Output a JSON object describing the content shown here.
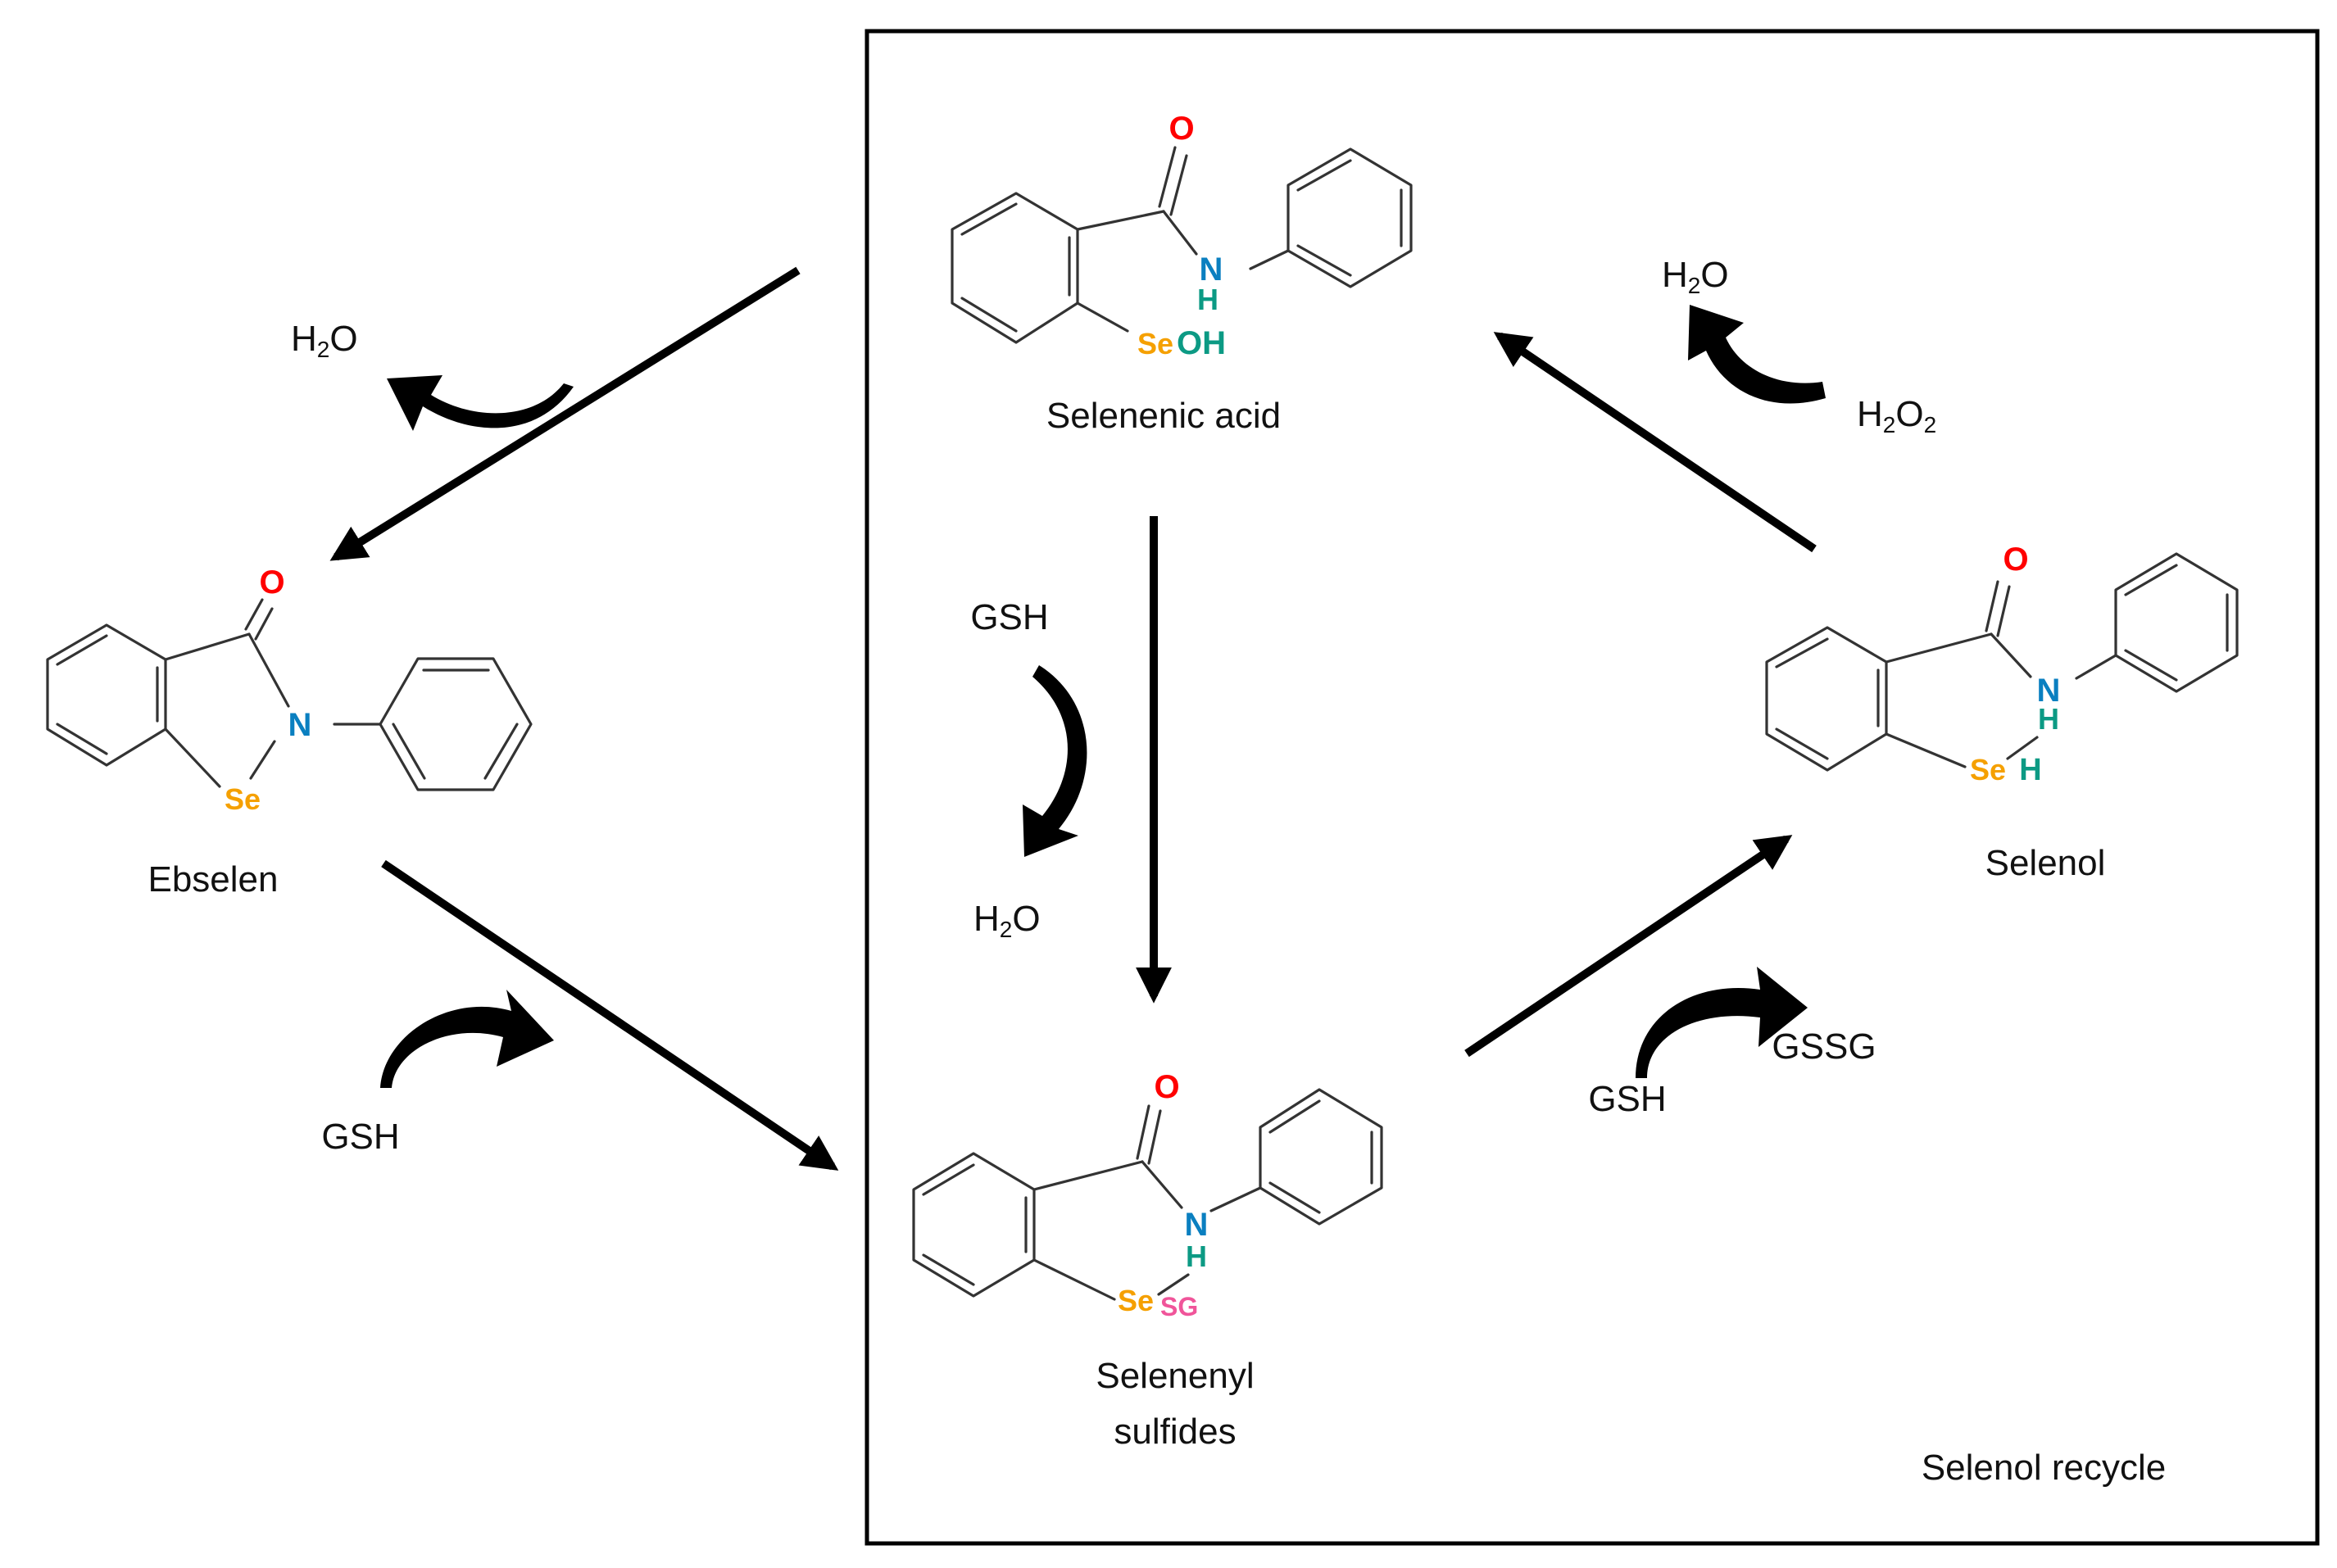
{
  "colors": {
    "oxygen": "#ff0000",
    "nitrogen": "#0a7fc0",
    "hydrogen": "#0c9a84",
    "selenium": "#f5a000",
    "glutathione_group": "#f0559a",
    "arrow": "#000000",
    "bond": "#333333",
    "text": "#111111"
  },
  "compounds": {
    "ebselen": {
      "name": "Ebselen"
    },
    "selenenic_acid": {
      "name": "Selenenic acid"
    },
    "selenenyl_sulfides": {
      "name_line1": "Selenenyl",
      "name_line2": "sulfides"
    },
    "selenol": {
      "name": "Selenol"
    }
  },
  "atoms": {
    "O": "O",
    "N": "N",
    "H": "H",
    "Se": "Se",
    "OH": "OH",
    "SG": "SG"
  },
  "reagents": {
    "water_main": "H",
    "water_sub": "2",
    "water_tail": "O",
    "peroxide_main": "H",
    "peroxide_sub": "2",
    "peroxide_mid": "O",
    "peroxide_sub2": "2",
    "glutathione": "GSH",
    "glutathione_disulfide": "GSSG"
  },
  "box_label": "Selenol recycle"
}
